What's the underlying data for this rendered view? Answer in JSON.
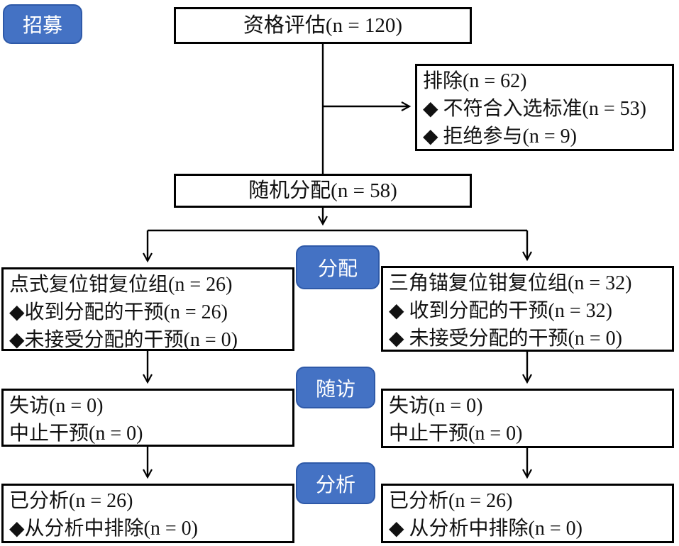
{
  "colors": {
    "badge_bg": "#4472C4",
    "badge_border": "#2E59A8",
    "badge_text": "#FFFFFF",
    "line_color": "#000000"
  },
  "stages": {
    "recruitment": "招募",
    "allocation": "分配",
    "followup": "随访",
    "analysis": "分析"
  },
  "boxes": {
    "eligibility": {
      "text": "资格评估(n = 120)"
    },
    "exclusion": {
      "line1": "排除(n = 62)",
      "line2": "◆ 不符合入选标准(n = 53)",
      "line3": "◆ 拒绝参与(n = 9)"
    },
    "randomized": {
      "text": "随机分配(n = 58)"
    },
    "group_left": {
      "line1": "点式复位钳复位组(n = 26)",
      "line2": "◆收到分配的干预(n = 26)",
      "line3": "◆未接受分配的干预(n = 0)"
    },
    "group_right": {
      "line1": "三角锚复位钳复位组(n = 32)",
      "line2": "◆ 收到分配的干预(n = 32)",
      "line3": "◆ 未接受分配的干预(n = 0)"
    },
    "followup_left": {
      "line1": "失访(n = 0)",
      "line2": "中止干预(n = 0)"
    },
    "followup_right": {
      "line1": "失访(n = 0)",
      "line2": "中止干预(n = 0)"
    },
    "analysis_left": {
      "line1": "已分析(n = 26)",
      "line2": "◆从分析中排除(n = 0)"
    },
    "analysis_right": {
      "line1": "已分析(n = 26)",
      "line2": "◆ 从分析中排除(n = 0)"
    }
  }
}
